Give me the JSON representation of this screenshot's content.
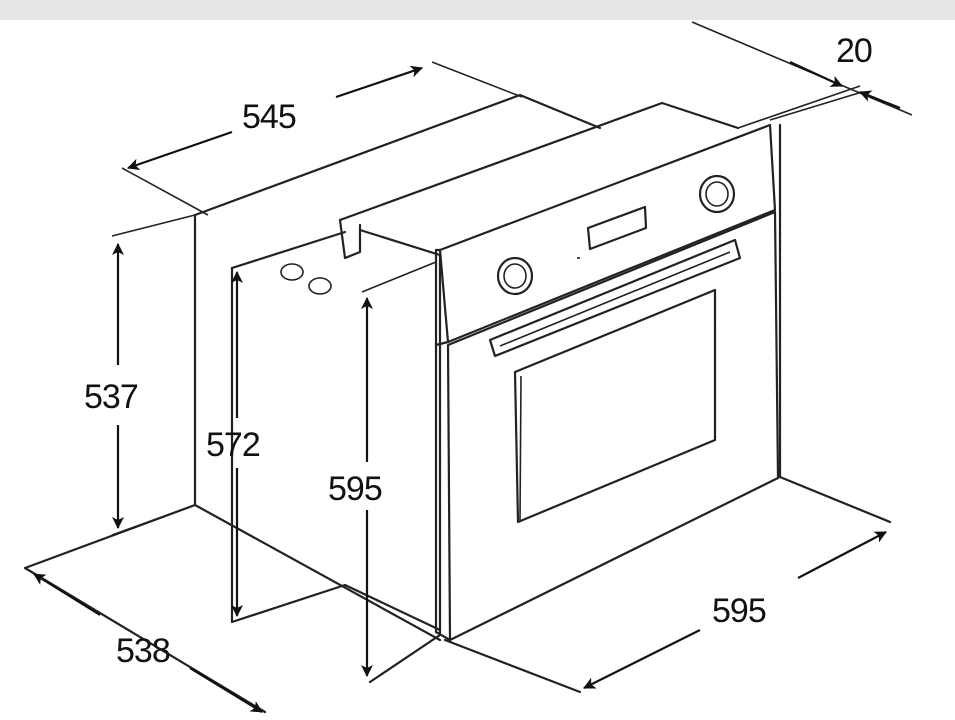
{
  "dimensions": {
    "niche_depth": "545",
    "panel_gap": "20",
    "niche_height": "537",
    "oven_body_height": "572",
    "oven_front_height": "595",
    "oven_width": "595",
    "oven_depth": "538"
  },
  "colors": {
    "line": "#222222",
    "background": "#ffffff",
    "top_bar": "#e6e6e6"
  }
}
